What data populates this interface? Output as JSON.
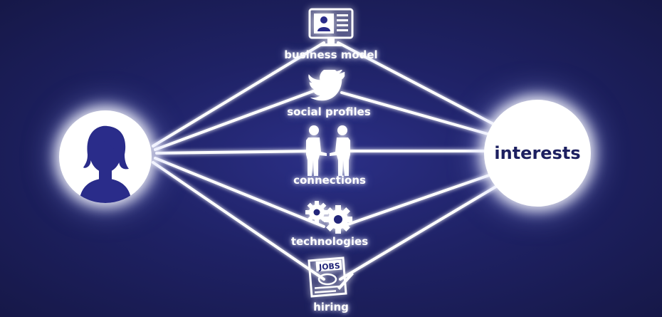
{
  "diagram": {
    "source_icon": "person-avatar-icon",
    "target_label": "interests",
    "nodes": [
      {
        "label": "business model",
        "icon": "business-profile-monitor-icon"
      },
      {
        "label": "social profiles",
        "icon": "twitter-bird-icon"
      },
      {
        "label": "connections",
        "icon": "handshake-icon"
      },
      {
        "label": "technologies",
        "icon": "gears-icon"
      },
      {
        "label": "hiring",
        "icon": "jobs-newspaper-icon"
      }
    ],
    "jobs_text": "JOBS"
  },
  "colors": {
    "background": "#1f2266",
    "line": "#ffffff",
    "hub_text": "#1d2060",
    "avatar": "#2a2c8a"
  }
}
